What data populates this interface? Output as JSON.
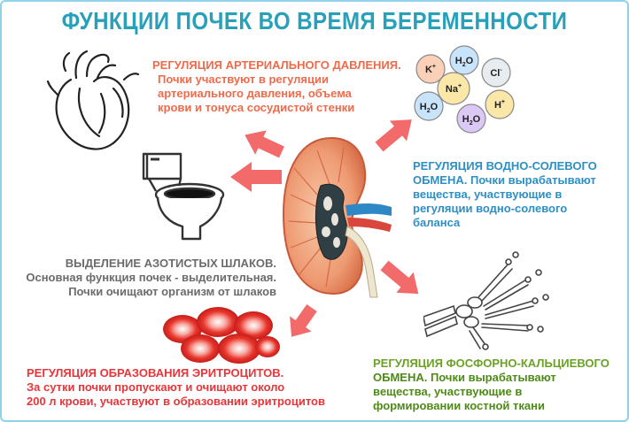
{
  "title": "ФУНКЦИИ ПОЧЕК ВО ВРЕМЯ БЕРЕМЕННОСТИ",
  "colors": {
    "title": "#28a0ba",
    "pressure": "#f06a4a",
    "water": "#2d8fc4",
    "nitrogen": "#6b6b6b",
    "phosphorus": "#6aa224",
    "erythrocytes": "#e8353a",
    "arrow": "#f26a6a",
    "frame": "#8fd2ea"
  },
  "blocks": {
    "pressure": {
      "heading": "РЕГУЛЯЦИЯ АРТЕРИАЛЬНОГО ДАВЛЕНИЯ.",
      "lines": [
        "Почки участвуют в регуляции",
        "артериального  давления, объема",
        "крови и тонуса сосудистой стенки"
      ]
    },
    "water": {
      "heading": "РЕГУЛЯЦИЯ ВОДНО-СОЛЕВОГО",
      "lines": [
        "ОБМЕНА. Почки вырабатывают",
        "вещества, участвующие в",
        "регуляции  водно-солевого",
        "баланса"
      ]
    },
    "nitrogen": {
      "heading": "ВЫДЕЛЕНИЕ АЗОТИСТЫХ ШЛАКОВ.",
      "lines": [
        "Основная функция почек - выделительная.",
        "Почки очищают организм от шлаков"
      ]
    },
    "phosphorus": {
      "heading": "РЕГУЛЯЦИЯ ФОСФОРНО-КАЛЬЦИЕВОГО",
      "lines": [
        "ОБМЕНА. Почки вырабатывают",
        "вещества, участвующие в",
        "формировании костной ткани"
      ]
    },
    "erythrocytes": {
      "heading": "РЕГУЛЯЦИЯ ОБРАЗОВАНИЯ ЭРИТРОЦИТОВ.",
      "lines": [
        "За сутки почки пропускают и очищают около",
        "200 л крови, участвуют в образовании эритроцитов"
      ]
    }
  },
  "ions": [
    {
      "base": "K",
      "sup": "+",
      "sub": ""
    },
    {
      "base": "H",
      "sup": "",
      "sub": "2",
      "tail": "O"
    },
    {
      "base": "Cl",
      "sup": "-",
      "sub": ""
    },
    {
      "base": "Na",
      "sup": "+",
      "sub": ""
    },
    {
      "base": "H",
      "sup": "+",
      "sub": ""
    },
    {
      "base": "H",
      "sup": "",
      "sub": "2",
      "tail": "O"
    },
    {
      "base": "H",
      "sup": "",
      "sub": "2",
      "tail": "O"
    }
  ],
  "icons": {
    "heart": "heart-icon",
    "toilet": "toilet-icon",
    "kidney": "kidney-icon",
    "molecules": "ion-molecules-icon",
    "hand": "hand-bones-icon",
    "blood": "red-blood-cells-icon"
  }
}
